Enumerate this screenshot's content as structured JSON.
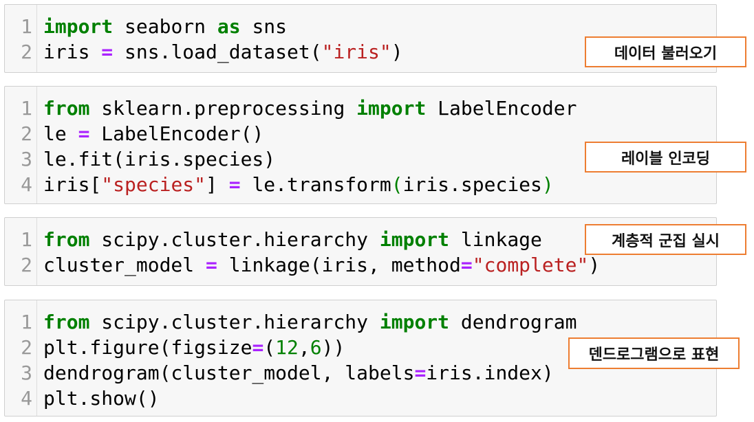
{
  "colors": {
    "keyword": "#008000",
    "operator": "#AA22FF",
    "string": "#BA2121",
    "number": "#008000",
    "annotation_border": "#ED7D31"
  },
  "cells": [
    {
      "label": "데이터 불러오기",
      "lines": [
        [
          [
            "kw",
            "import"
          ],
          [
            "plain",
            " seaborn "
          ],
          [
            "kw",
            "as"
          ],
          [
            "plain",
            " sns"
          ]
        ],
        [
          [
            "plain",
            "iris "
          ],
          [
            "op",
            "="
          ],
          [
            "plain",
            " sns.load_dataset("
          ],
          [
            "str",
            "\"iris\""
          ],
          [
            "plain",
            ")"
          ]
        ]
      ]
    },
    {
      "label": "레이블 인코딩",
      "lines": [
        [
          [
            "kw",
            "from"
          ],
          [
            "plain",
            " sklearn.preprocessing "
          ],
          [
            "kw",
            "import"
          ],
          [
            "plain",
            " LabelEncoder"
          ]
        ],
        [
          [
            "plain",
            "le "
          ],
          [
            "op",
            "="
          ],
          [
            "plain",
            " LabelEncoder()"
          ]
        ],
        [
          [
            "plain",
            "le.fit(iris.species)"
          ]
        ],
        [
          [
            "plain",
            "iris["
          ],
          [
            "str",
            "\"species\""
          ],
          [
            "plain",
            "] "
          ],
          [
            "op",
            "="
          ],
          [
            "plain",
            " le.transform"
          ],
          [
            "match",
            "("
          ],
          [
            "plain",
            "iris.species"
          ],
          [
            "match",
            ")"
          ]
        ]
      ]
    },
    {
      "label": "계층적 군집 실시",
      "lines": [
        [
          [
            "kw",
            "from"
          ],
          [
            "plain",
            " scipy.cluster.hierarchy "
          ],
          [
            "kw",
            "import"
          ],
          [
            "plain",
            " linkage"
          ]
        ],
        [
          [
            "plain",
            "cluster_model "
          ],
          [
            "op",
            "="
          ],
          [
            "plain",
            " linkage(iris, method"
          ],
          [
            "op",
            "="
          ],
          [
            "str",
            "\"complete\""
          ],
          [
            "plain",
            ")"
          ]
        ]
      ]
    },
    {
      "label": "덴드로그램으로 표현",
      "lines": [
        [
          [
            "kw",
            "from"
          ],
          [
            "plain",
            " scipy.cluster.hierarchy "
          ],
          [
            "kw",
            "import"
          ],
          [
            "plain",
            " dendrogram"
          ]
        ],
        [
          [
            "plain",
            "plt.figure(figsize"
          ],
          [
            "op",
            "="
          ],
          [
            "plain",
            "("
          ],
          [
            "num",
            "12"
          ],
          [
            "plain",
            ","
          ],
          [
            "num",
            "6"
          ],
          [
            "plain",
            "))"
          ]
        ],
        [
          [
            "plain",
            "dendrogram(cluster_model, labels"
          ],
          [
            "op",
            "="
          ],
          [
            "plain",
            "iris.index)"
          ]
        ],
        [
          [
            "plain",
            "plt.show()"
          ]
        ]
      ]
    }
  ]
}
